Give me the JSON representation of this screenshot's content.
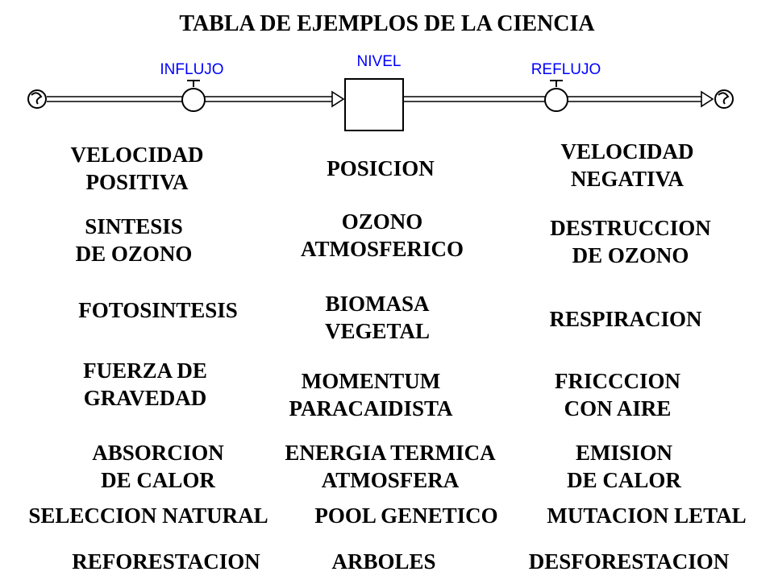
{
  "title": "TABLA DE EJEMPLOS DE LA CIENCIA",
  "diagram": {
    "inflow_label": "INFLUJO",
    "stock_label": "NIVEL",
    "outflow_label": "REFLUJO",
    "flow_color": "#0000ff",
    "line_color": "#000000"
  },
  "examples": [
    {
      "inflow": [
        "VELOCIDAD",
        "POSITIVA"
      ],
      "stock": [
        "POSICION"
      ],
      "outflow": [
        "VELOCIDAD",
        "NEGATIVA"
      ]
    },
    {
      "inflow": [
        "SINTESIS",
        "DE OZONO"
      ],
      "stock": [
        "OZONO",
        "ATMOSFERICO"
      ],
      "outflow": [
        "DESTRUCCION",
        "DE OZONO"
      ]
    },
    {
      "inflow": [
        "FOTOSINTESIS"
      ],
      "stock": [
        "BIOMASA",
        "VEGETAL"
      ],
      "outflow": [
        "RESPIRACION"
      ]
    },
    {
      "inflow": [
        "FUERZA DE",
        "GRAVEDAD"
      ],
      "stock": [
        "MOMENTUM",
        "PARACAIDISTA"
      ],
      "outflow": [
        "FRICCCION",
        "CON AIRE"
      ]
    },
    {
      "inflow": [
        "ABSORCION",
        "DE CALOR"
      ],
      "stock": [
        "ENERGIA TERMICA",
        "ATMOSFERA"
      ],
      "outflow": [
        "EMISION",
        "DE CALOR"
      ]
    },
    {
      "inflow": [
        "SELECCION NATURAL"
      ],
      "stock": [
        "POOL GENETICO"
      ],
      "outflow": [
        "MUTACION LETAL"
      ]
    },
    {
      "inflow": [
        "REFORESTACION"
      ],
      "stock": [
        "ARBOLES"
      ],
      "outflow": [
        "DESFORESTACION"
      ]
    }
  ]
}
